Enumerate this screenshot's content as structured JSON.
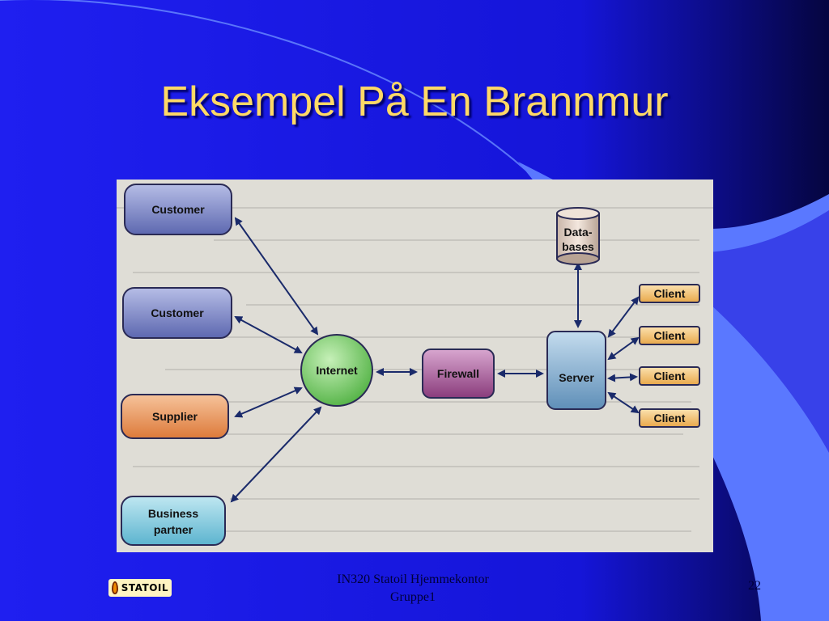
{
  "slide": {
    "title": "Eksempel På En Brannmur",
    "footer_line1": "IN320 Statoil Hjemmekontor",
    "footer_line2": "Gruppe1",
    "page_number": "22",
    "logo_text": "STATOIL"
  },
  "colors": {
    "background": "#1a1ae6",
    "title": "#ffd966",
    "sidebar_light": "#5a78ff",
    "customer_node": "#7e88c8",
    "supplier_node": "#e9935a",
    "partner_node": "#7ec8dc",
    "internet_node": "#7fd16a",
    "firewall_node": "#a05a92",
    "server_node": "#7ea7cc",
    "client_node": "#f0be66"
  },
  "diagram": {
    "nodes": {
      "customer1": "Customer",
      "customer2": "Customer",
      "supplier": "Supplier",
      "business_partner": [
        "Business",
        "partner"
      ],
      "internet": "Internet",
      "firewall": "Firewall",
      "server": "Server",
      "databases": [
        "Data-",
        "bases"
      ],
      "clients": [
        "Client",
        "Client",
        "Client",
        "Client"
      ]
    },
    "edges": [
      [
        "customer1",
        "internet"
      ],
      [
        "customer2",
        "internet"
      ],
      [
        "supplier",
        "internet"
      ],
      [
        "business_partner",
        "internet"
      ],
      [
        "internet",
        "firewall"
      ],
      [
        "firewall",
        "server"
      ],
      [
        "server",
        "databases"
      ],
      [
        "server",
        "client1"
      ],
      [
        "server",
        "client2"
      ],
      [
        "server",
        "client3"
      ],
      [
        "server",
        "client4"
      ]
    ]
  }
}
